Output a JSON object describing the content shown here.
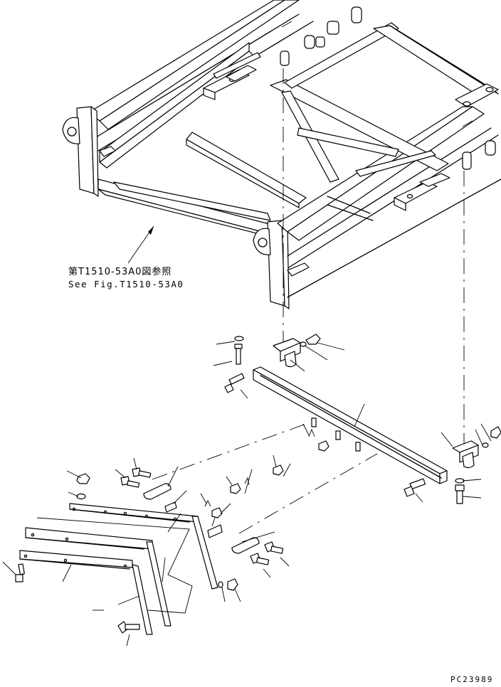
{
  "reference_note": {
    "japanese": "第T1510-53A0図参照",
    "english": "See Fig.T1510-53A0"
  },
  "drawing_code": "PC23989"
}
